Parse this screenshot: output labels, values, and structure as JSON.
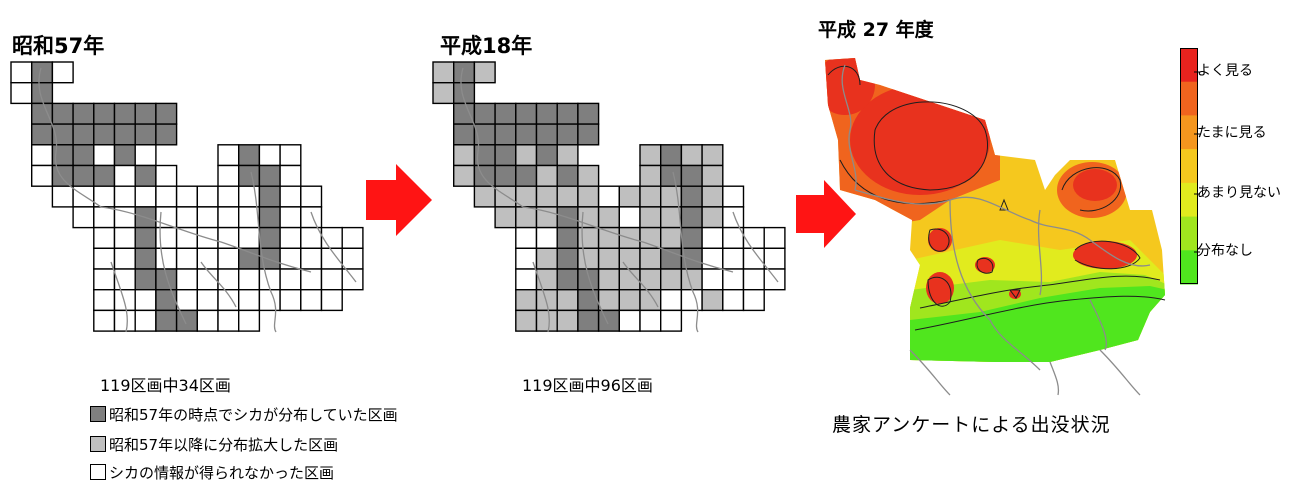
{
  "panels": {
    "map1": {
      "title": "昭和57年",
      "count": "119区画中34区画"
    },
    "map2": {
      "title": "平成18年",
      "count": "119区画中96区画"
    },
    "map3": {
      "title": "平成 27 年度",
      "caption": "農家アンケートによる出没状況"
    }
  },
  "legend": [
    {
      "label": "昭和57年の時点でシカが分布していた区画",
      "color": "#7f7f7f"
    },
    {
      "label": "昭和57年以降に分布拡大した区画",
      "color": "#bfbfbf"
    },
    {
      "label": "シカの情報が得られなかった区画",
      "color": "#ffffff"
    }
  ],
  "color_scale": {
    "labels": [
      "よく見る",
      "たまに見る",
      "あまり見ない",
      "分布なし"
    ],
    "colors": [
      "#e8231e",
      "#f0641e",
      "#f5961e",
      "#f5c81e",
      "#e1eb1e",
      "#a0e61e",
      "#50e61e"
    ]
  },
  "colors": {
    "grid_line": "#000000",
    "arrow": "#ff1414",
    "river": "#8c8c8c"
  }
}
